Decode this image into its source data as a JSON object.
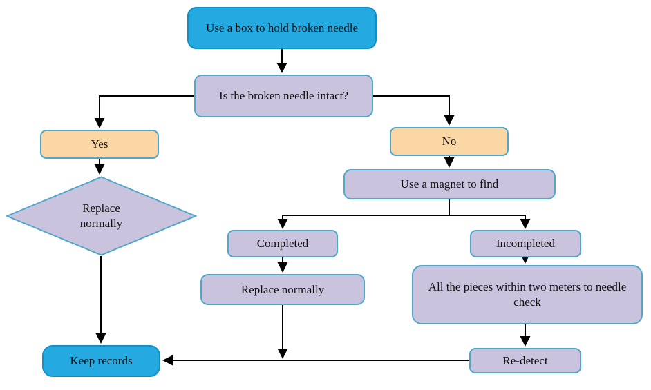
{
  "diagram": {
    "title": "Broken needle handling flowchart",
    "colors": {
      "terminal_fill": "#24a9e1",
      "terminal_border": "#1590c6",
      "process_fill": "#c9c3de",
      "choice_fill": "#fcd7a6",
      "node_border": "#4fa7cb",
      "arrow": "#000000",
      "text": "#111111"
    },
    "nodes": {
      "start": {
        "label": "Use a box to hold broken needle",
        "type": "terminal"
      },
      "intact": {
        "label": "Is the broken needle intact?",
        "type": "process"
      },
      "yes": {
        "label": "Yes",
        "type": "choice"
      },
      "no": {
        "label": "No",
        "type": "choice"
      },
      "replace_diamond": {
        "label": "Replace normally",
        "type": "decision"
      },
      "magnet": {
        "label": "Use a magnet to find",
        "type": "process"
      },
      "completed": {
        "label": "Completed",
        "type": "process"
      },
      "incompleted": {
        "label": "Incompleted",
        "type": "process"
      },
      "replace_rect": {
        "label": "Replace normally",
        "type": "process"
      },
      "pieces_check": {
        "label": "All the pieces within two meters to needle check",
        "type": "process"
      },
      "redetect": {
        "label": "Re-detect",
        "type": "process"
      },
      "keep_records": {
        "label": "Keep records",
        "type": "terminal"
      }
    },
    "edges": [
      {
        "from": "start",
        "to": "intact"
      },
      {
        "from": "intact",
        "to": "yes"
      },
      {
        "from": "intact",
        "to": "no"
      },
      {
        "from": "yes",
        "to": "replace_diamond"
      },
      {
        "from": "replace_diamond",
        "to": "keep_records"
      },
      {
        "from": "no",
        "to": "magnet"
      },
      {
        "from": "magnet",
        "to": "completed"
      },
      {
        "from": "magnet",
        "to": "incompleted"
      },
      {
        "from": "completed",
        "to": "replace_rect"
      },
      {
        "from": "incompleted",
        "to": "pieces_check"
      },
      {
        "from": "pieces_check",
        "to": "redetect"
      },
      {
        "from": "replace_rect",
        "to": "keep_records"
      },
      {
        "from": "redetect",
        "to": "keep_records"
      }
    ]
  }
}
